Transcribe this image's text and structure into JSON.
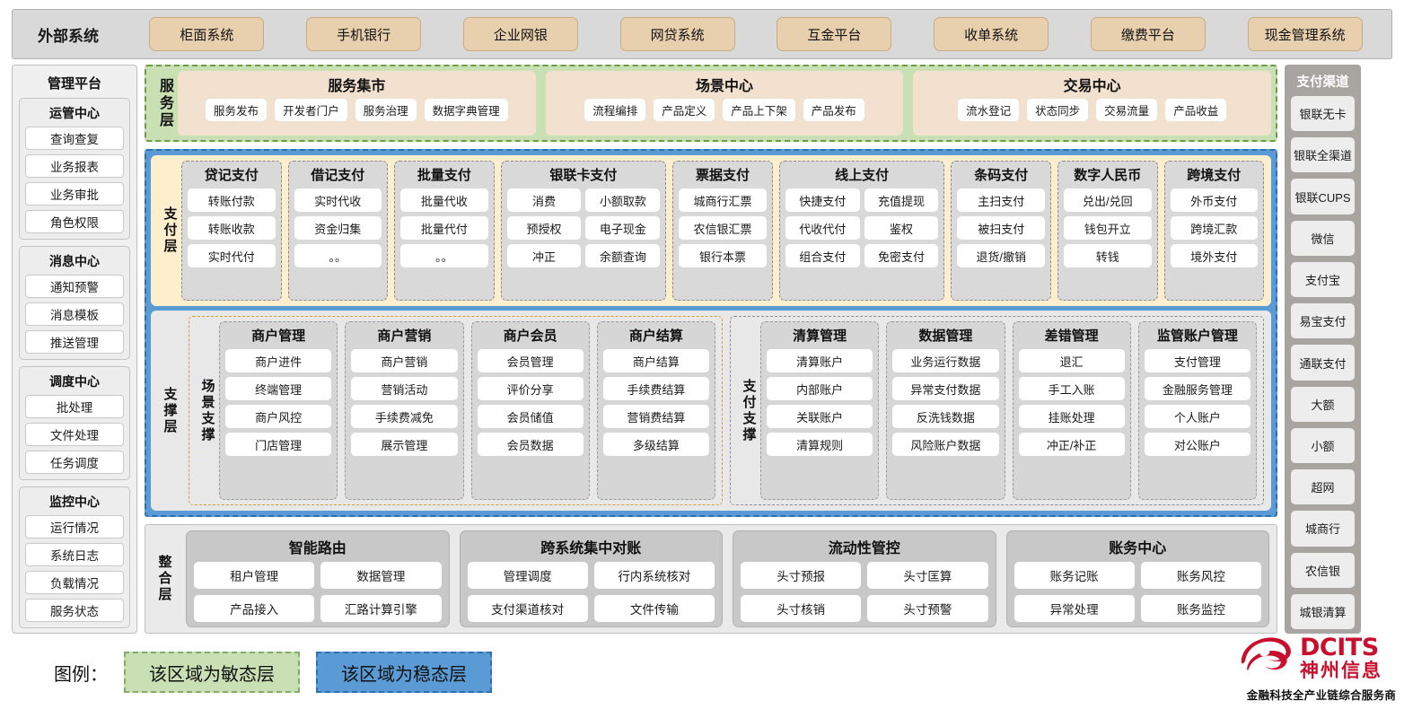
{
  "external_systems": {
    "title": "外部系统",
    "items": [
      "柜面系统",
      "手机银行",
      "企业网银",
      "网贷系统",
      "互金平台",
      "收单系统",
      "缴费平台",
      "现金管理系统"
    ]
  },
  "management_platform": {
    "title": "管理平台",
    "groups": [
      {
        "title": "运管中心",
        "items": [
          "查询查复",
          "业务报表",
          "业务审批",
          "角色权限"
        ]
      },
      {
        "title": "消息中心",
        "items": [
          "通知预警",
          "消息模板",
          "推送管理"
        ]
      },
      {
        "title": "调度中心",
        "items": [
          "批处理",
          "文件处理",
          "任务调度"
        ]
      },
      {
        "title": "监控中心",
        "items": [
          "运行情况",
          "系统日志",
          "负载情况",
          "服务状态"
        ]
      }
    ]
  },
  "service_layer": {
    "label": "服务层",
    "groups": [
      {
        "title": "服务集市",
        "items": [
          "服务发布",
          "开发者门户",
          "服务治理",
          "数据字典管理"
        ]
      },
      {
        "title": "场景中心",
        "items": [
          "流程编排",
          "产品定义",
          "产品上下架",
          "产品发布"
        ]
      },
      {
        "title": "交易中心",
        "items": [
          "流水登记",
          "状态同步",
          "交易流量",
          "产品收益"
        ]
      }
    ]
  },
  "payment_layer": {
    "label": "支付层",
    "columns": [
      {
        "title": "贷记支付",
        "cols": 1,
        "items": [
          "转账付款",
          "转账收款",
          "实时代付"
        ]
      },
      {
        "title": "借记支付",
        "cols": 1,
        "items": [
          "实时代收",
          "资金归集",
          "。。"
        ]
      },
      {
        "title": "批量支付",
        "cols": 1,
        "items": [
          "批量代收",
          "批量代付",
          "。。"
        ]
      },
      {
        "title": "银联卡支付",
        "cols": 2,
        "items": [
          "消费",
          "小额取款",
          "预授权",
          "电子现金",
          "冲正",
          "余额查询"
        ]
      },
      {
        "title": "票据支付",
        "cols": 1,
        "items": [
          "城商行汇票",
          "农信银汇票",
          "银行本票"
        ]
      },
      {
        "title": "线上支付",
        "cols": 2,
        "items": [
          "快捷支付",
          "充值提现",
          "代收代付",
          "鉴权",
          "组合支付",
          "免密支付"
        ]
      },
      {
        "title": "条码支付",
        "cols": 1,
        "items": [
          "主扫支付",
          "被扫支付",
          "退货/撤销"
        ]
      },
      {
        "title": "数字人民币",
        "cols": 1,
        "items": [
          "兑出/兑回",
          "钱包开立",
          "转钱"
        ]
      },
      {
        "title": "跨境支付",
        "cols": 1,
        "items": [
          "外币支付",
          "跨境汇款",
          "境外支付"
        ]
      }
    ]
  },
  "support_layer": {
    "label": "支撑层",
    "scene": {
      "label": "场景支撑",
      "columns": [
        {
          "title": "商户管理",
          "items": [
            "商户进件",
            "终端管理",
            "商户风控",
            "门店管理"
          ]
        },
        {
          "title": "商户营销",
          "items": [
            "商户营销",
            "营销活动",
            "手续费减免",
            "展示管理"
          ]
        },
        {
          "title": "商户会员",
          "items": [
            "会员管理",
            "评价分享",
            "会员储值",
            "会员数据"
          ]
        },
        {
          "title": "商户结算",
          "items": [
            "商户结算",
            "手续费结算",
            "营销费结算",
            "多级结算"
          ]
        }
      ]
    },
    "paysupport": {
      "label": "支付支撑",
      "columns": [
        {
          "title": "清算管理",
          "items": [
            "清算账户",
            "内部账户",
            "关联账户",
            "清算规则"
          ]
        },
        {
          "title": "数据管理",
          "items": [
            "业务运行数据",
            "异常支付数据",
            "反洗钱数据",
            "风险账户数据"
          ]
        },
        {
          "title": "差错管理",
          "items": [
            "退汇",
            "手工入账",
            "挂账处理",
            "冲正/补正"
          ]
        },
        {
          "title": "监管账户管理",
          "items": [
            "支付管理",
            "金融服务管理",
            "个人账户",
            "对公账户"
          ]
        }
      ]
    }
  },
  "integration_layer": {
    "label": "整合层",
    "groups": [
      {
        "title": "智能路由",
        "items": [
          "租户管理",
          "数据管理",
          "产品接入",
          "汇路计算引擎"
        ]
      },
      {
        "title": "跨系统集中对账",
        "items": [
          "管理调度",
          "行内系统核对",
          "支付渠道核对",
          "文件传输"
        ]
      },
      {
        "title": "流动性管控",
        "items": [
          "头寸预报",
          "头寸匡算",
          "头寸核销",
          "头寸预警"
        ]
      },
      {
        "title": "账务中心",
        "items": [
          "账务记账",
          "账务风控",
          "异常处理",
          "账务监控"
        ]
      }
    ]
  },
  "payment_channels": {
    "title": "支付渠道",
    "items": [
      "银联无卡",
      "银联全渠道",
      "银联CUPS",
      "微信",
      "支付宝",
      "易宝支付",
      "通联支付",
      "大额",
      "小额",
      "超网",
      "城商行",
      "农信银",
      "城银清算"
    ]
  },
  "legend": {
    "label": "图例：",
    "agile": "该区域为敏态层",
    "stable": "该区域为稳态层",
    "agile_color": "#c9dfb4",
    "stable_color": "#5b9bd5"
  },
  "logo": {
    "en": "DCITS",
    "cn": "神州信息",
    "tagline": "金融科技全产业链综合服务商",
    "color": "#c8102e"
  }
}
